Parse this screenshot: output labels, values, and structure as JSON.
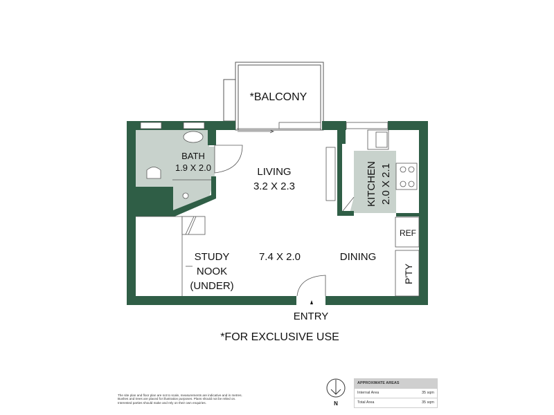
{
  "colors": {
    "wall": "#2f5e46",
    "wet_area": "#c8d2cc"
  },
  "rooms": {
    "balcony": "*BALCONY",
    "bath": {
      "name": "BATH",
      "size": "1.9 X 2.0"
    },
    "living": {
      "name": "LIVING",
      "size": "3.2 X 2.3"
    },
    "kitchen": {
      "name": "KITCHEN",
      "size": "2.0 X 2.1"
    },
    "ref": "REF",
    "pantry": "P'TY",
    "study": [
      "STUDY",
      "NOOK",
      "(UNDER)"
    ],
    "main_size": "7.4 X 2.0",
    "dining": "DINING",
    "entry": "ENTRY"
  },
  "note": "*FOR EXCLUSIVE USE",
  "disclaimer": [
    "The site plan and floor plan are not to scale, measurements are indicative and in metres.",
    "Bushes and trees are placed for illustration purposes. Plans should not be relied on.",
    "Interested parties should make and rely on their own enquiries."
  ],
  "compass": {
    "label": "N"
  },
  "areas": {
    "title": "APPROXIMATE AREAS",
    "rows": [
      {
        "label": "Internal Area",
        "value": "35 sqm"
      },
      {
        "label": "Total Area",
        "value": "35 sqm"
      }
    ]
  }
}
